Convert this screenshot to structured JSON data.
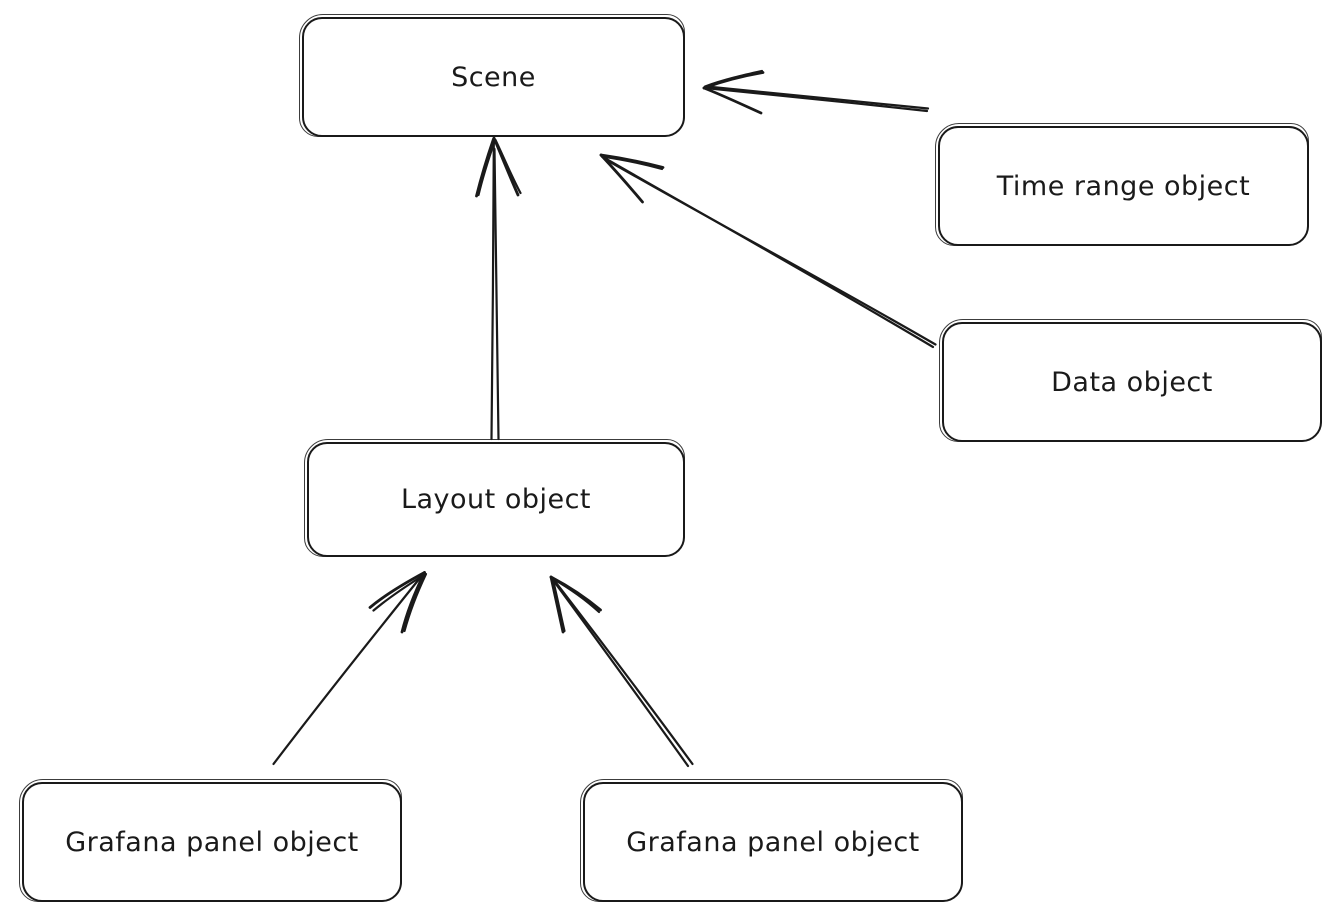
{
  "diagram": {
    "background_color": "#ffffff",
    "stroke_color": "#1a1a1a",
    "nodes": [
      {
        "id": "scene",
        "label": "Scene"
      },
      {
        "id": "time-range-object",
        "label": "Time range object"
      },
      {
        "id": "data-object",
        "label": "Data object"
      },
      {
        "id": "layout-object",
        "label": "Layout object"
      },
      {
        "id": "grafana-panel-object-left",
        "label": "Grafana panel object"
      },
      {
        "id": "grafana-panel-object-right",
        "label": "Grafana panel object"
      }
    ],
    "edges": [
      {
        "from": "layout-object",
        "to": "scene",
        "style": "hand-drawn-arrow"
      },
      {
        "from": "time-range-object",
        "to": "scene",
        "style": "hand-drawn-arrow"
      },
      {
        "from": "data-object",
        "to": "scene",
        "style": "hand-drawn-arrow"
      },
      {
        "from": "grafana-panel-object-left",
        "to": "layout-object",
        "style": "hand-drawn-arrow"
      },
      {
        "from": "grafana-panel-object-right",
        "to": "layout-object",
        "style": "hand-drawn-arrow"
      }
    ]
  }
}
